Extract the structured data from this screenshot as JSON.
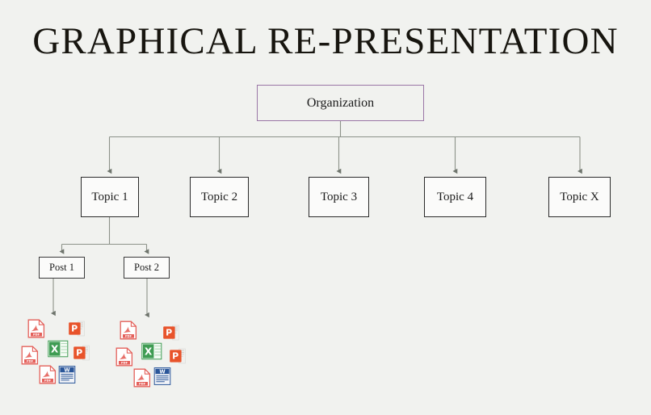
{
  "slide": {
    "background_color": "#f1f2ef",
    "title": "GRAPHICAL RE-PRESENTATION"
  },
  "diagram": {
    "root": {
      "label": "Organization",
      "border_color": "#9a76a6"
    },
    "topics": [
      {
        "label": "Topic 1"
      },
      {
        "label": "Topic 2"
      },
      {
        "label": "Topic 3"
      },
      {
        "label": "Topic 4"
      },
      {
        "label": "Topic X"
      }
    ],
    "posts": [
      {
        "label": "Post 1"
      },
      {
        "label": "Post 2"
      }
    ],
    "connector_color": "#8c9289",
    "box_border_color": "#2a2a2a"
  },
  "attachments": {
    "palette": {
      "pdf": "#e4605a",
      "powerpoint": "#e8532a",
      "excel": "#3f9c53",
      "word": "#2a5699"
    },
    "group_post1": [
      {
        "type": "pdf",
        "icon": "pdf-file-icon"
      },
      {
        "type": "powerpoint",
        "icon": "powerpoint-file-icon"
      },
      {
        "type": "excel",
        "icon": "excel-file-icon"
      },
      {
        "type": "pdf",
        "icon": "pdf-file-icon"
      },
      {
        "type": "powerpoint",
        "icon": "powerpoint-file-icon"
      },
      {
        "type": "pdf",
        "icon": "pdf-file-icon"
      },
      {
        "type": "word",
        "icon": "word-file-icon"
      }
    ],
    "group_post2": [
      {
        "type": "pdf",
        "icon": "pdf-file-icon"
      },
      {
        "type": "powerpoint",
        "icon": "powerpoint-file-icon"
      },
      {
        "type": "excel",
        "icon": "excel-file-icon"
      },
      {
        "type": "pdf",
        "icon": "pdf-file-icon"
      },
      {
        "type": "powerpoint",
        "icon": "powerpoint-file-icon"
      },
      {
        "type": "pdf",
        "icon": "pdf-file-icon"
      },
      {
        "type": "word",
        "icon": "word-file-icon"
      }
    ]
  }
}
